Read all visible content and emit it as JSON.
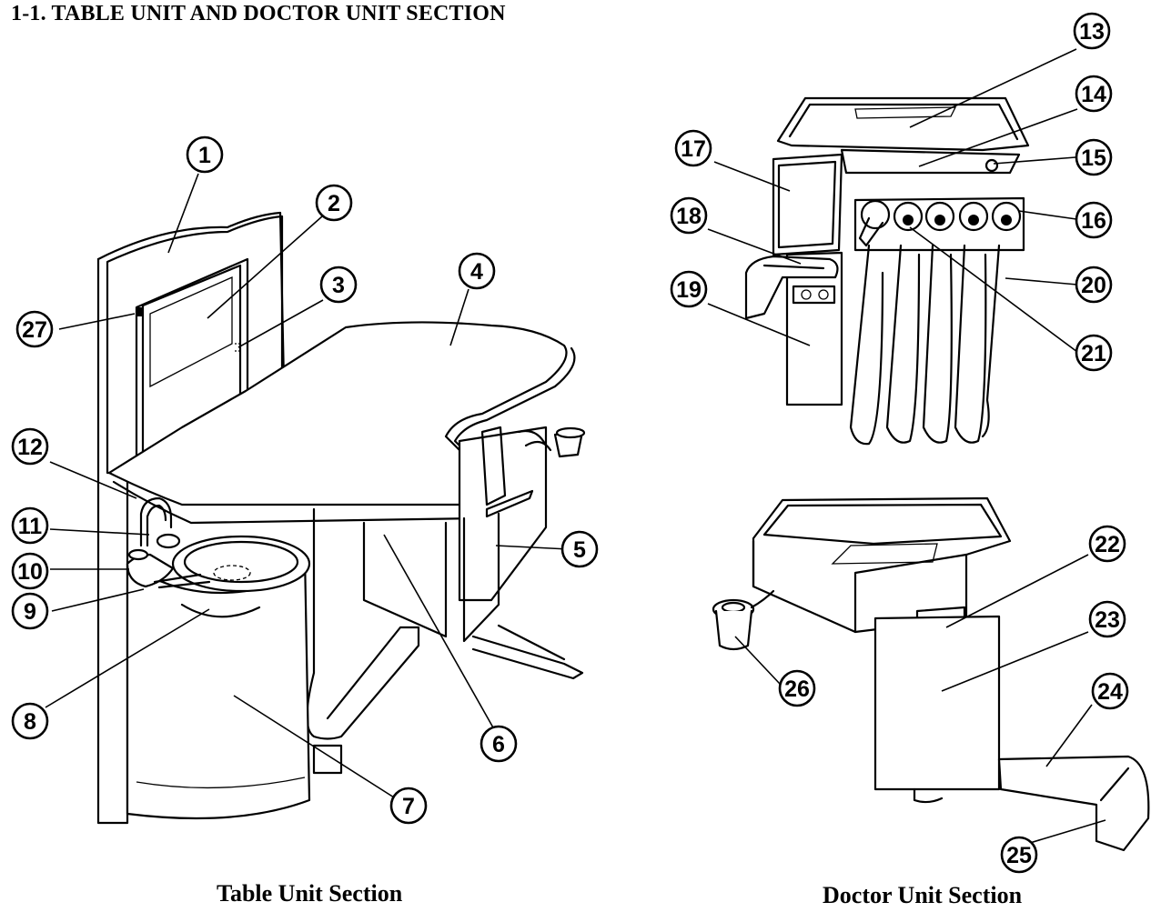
{
  "title": "1-1. TABLE UNIT AND DOCTOR UNIT SECTION",
  "captions": {
    "table_unit": "Table Unit Section",
    "doctor_unit": "Doctor Unit Section"
  },
  "callouts": [
    "1",
    "2",
    "3",
    "4",
    "5",
    "6",
    "7",
    "8",
    "9",
    "10",
    "11",
    "12",
    "13",
    "14",
    "15",
    "16",
    "17",
    "18",
    "19",
    "20",
    "21",
    "22",
    "23",
    "24",
    "25",
    "26",
    "27"
  ]
}
